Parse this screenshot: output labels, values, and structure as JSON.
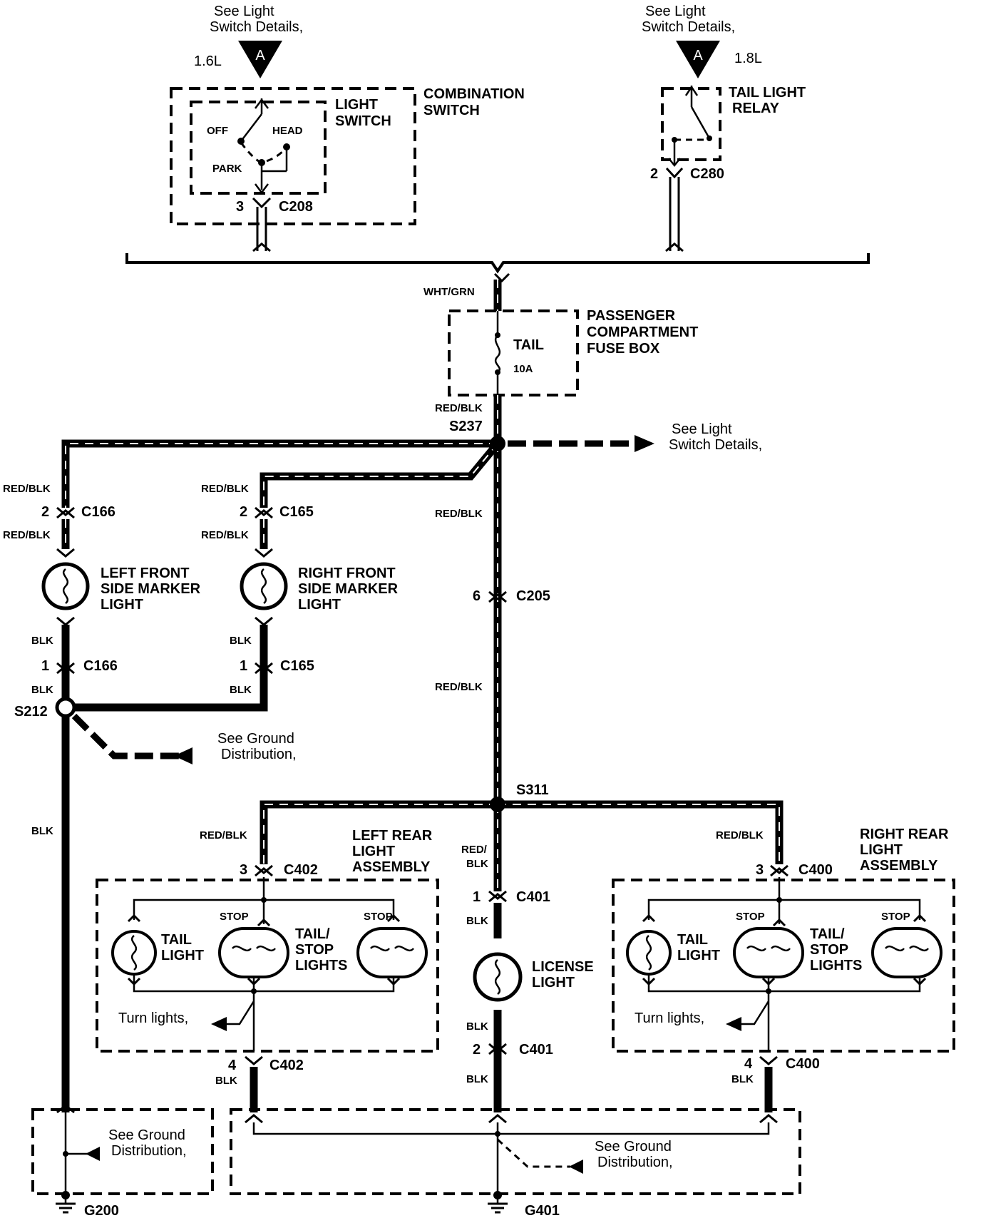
{
  "top": {
    "see_light_1": [
      "See Light",
      "Switch Details,"
    ],
    "see_light_2": [
      "See Light",
      "Switch Details,"
    ],
    "marker_a": "A",
    "engine_16": "1.6L",
    "engine_18": "1.8L"
  },
  "combination_switch": {
    "title": [
      "COMBINATION",
      "SWITCH"
    ],
    "light_switch": [
      "LIGHT",
      "SWITCH"
    ],
    "off": "OFF",
    "head": "HEAD",
    "park": "PARK",
    "pin": "3",
    "connector": "C208"
  },
  "relay": {
    "title": [
      "TAIL LIGHT",
      "RELAY"
    ],
    "pin": "2",
    "connector": "C280"
  },
  "fuse_box": {
    "wire_in": "WHT/GRN",
    "title": [
      "PASSENGER",
      "COMPARTMENT",
      "FUSE BOX"
    ],
    "fuse_name": "TAIL",
    "fuse_rating": "10A",
    "wire_out": "RED/BLK"
  },
  "s237": {
    "label": "S237",
    "see_light": [
      "See Light",
      "Switch Details,"
    ]
  },
  "left_front": {
    "wire_top1": "RED/BLK",
    "pin_top": "2",
    "conn_top": "C166",
    "wire_top2": "RED/BLK",
    "name": [
      "LEFT FRONT",
      "SIDE MARKER",
      "LIGHT"
    ],
    "wire_bot1": "BLK",
    "pin_bot": "1",
    "conn_bot": "C166",
    "wire_bot2": "BLK"
  },
  "right_front": {
    "wire_top1": "RED/BLK",
    "pin_top": "2",
    "conn_top": "C165",
    "wire_top2": "RED/BLK",
    "name": [
      "RIGHT FRONT",
      "SIDE MARKER",
      "LIGHT"
    ],
    "wire_bot1": "BLK",
    "pin_bot": "1",
    "conn_bot": "C165",
    "wire_bot2": "BLK"
  },
  "center": {
    "wire1": "RED/BLK",
    "pin": "6",
    "conn": "C205",
    "wire2": "RED/BLK",
    "s311": "S311",
    "wire3": [
      "RED/",
      "BLK"
    ]
  },
  "s212": {
    "label": "S212",
    "see_ground": [
      "See Ground",
      "Distribution,"
    ],
    "wire": "BLK"
  },
  "left_rear": {
    "wire": "RED/BLK",
    "pin": "3",
    "conn": "C402",
    "title": [
      "LEFT REAR",
      "LIGHT",
      "ASSEMBLY"
    ],
    "stop1": "STOP",
    "stop2": "STOP",
    "tail": [
      "TAIL",
      "LIGHT"
    ],
    "tailstop": [
      "TAIL/",
      "STOP",
      "LIGHTS"
    ],
    "turn": "Turn lights,",
    "pin_bot": "4",
    "wire_bot": "BLK",
    "conn_bot": "C402"
  },
  "license": {
    "pin_top": "1",
    "conn_top": "C401",
    "wire_top": "BLK",
    "name": [
      "LICENSE",
      "LIGHT"
    ],
    "wire_bot1": "BLK",
    "pin_bot": "2",
    "conn_bot": "C401",
    "wire_bot2": "BLK"
  },
  "right_rear": {
    "wire": "RED/BLK",
    "pin": "3",
    "conn": "C400",
    "title": [
      "RIGHT REAR",
      "LIGHT",
      "ASSEMBLY"
    ],
    "stop1": "STOP",
    "stop2": "STOP",
    "tail": [
      "TAIL",
      "LIGHT"
    ],
    "tailstop": [
      "TAIL/",
      "STOP",
      "LIGHTS"
    ],
    "turn": "Turn lights,",
    "pin_bot": "4",
    "wire_bot": "BLK",
    "conn_bot": "C400"
  },
  "ground": {
    "g200_note": [
      "See Ground",
      "Distribution,"
    ],
    "g200": "G200",
    "g401_note": [
      "See Ground",
      "Distribution,"
    ],
    "g401": "G401"
  }
}
